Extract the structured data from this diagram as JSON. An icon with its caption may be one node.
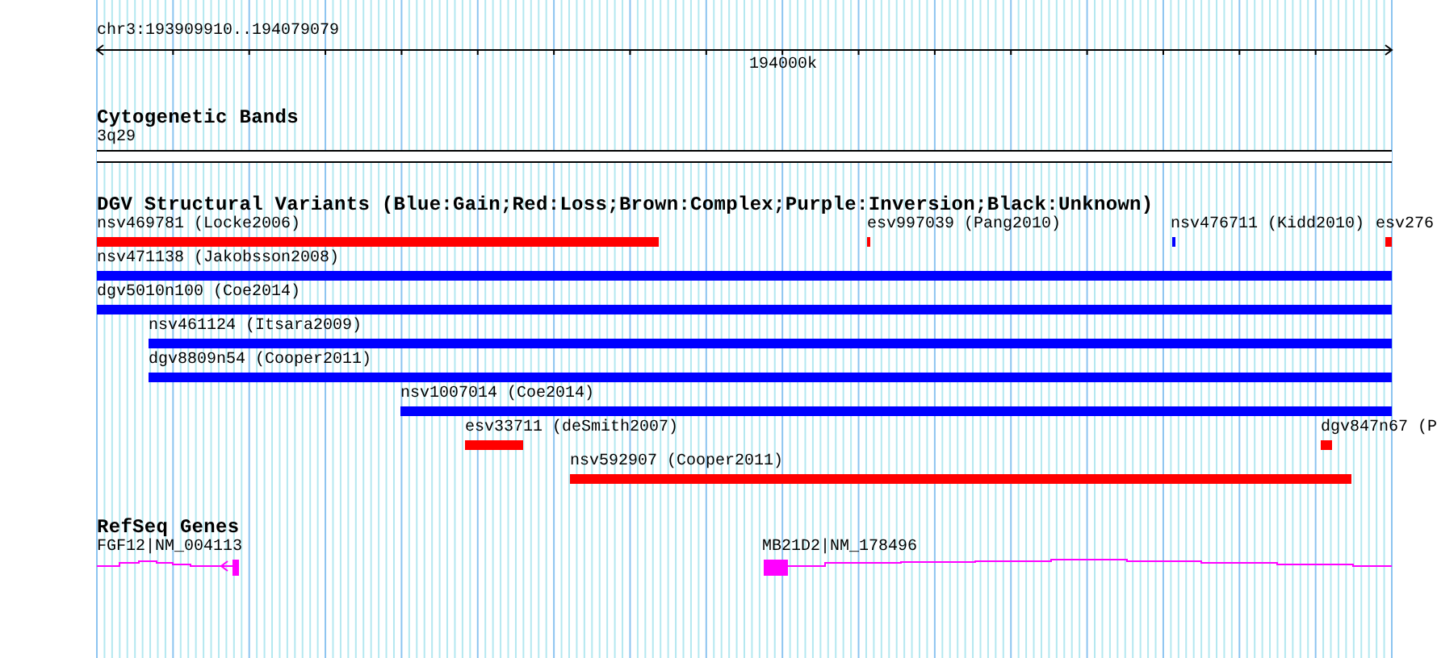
{
  "diagram": {
    "labels": [
      "chr3:193909910..194079079",
      "194000k",
      "Cytogenetic Bands",
      "3q29",
      "DGV Structural Variants (Blue:Gain;Red:Loss;Brown:Complex;Purple:Inversion;Black:Unknown)",
      "nsv469781 (Locke2006)",
      "esv997039 (Pang2010)",
      "nsv476711 (Kidd2010)",
      "esv276",
      "nsv471138 (Jakobsson2008)",
      "dgv5010n100 (Coe2014)",
      "nsv461124 (Itsara2009)",
      "dgv8809n54 (Cooper2011)",
      "nsv1007014 (Coe2014)",
      "esv33711 (deSmith2007)",
      "dgv847n67 (P",
      "nsv592907 (Cooper2011)",
      "RefSeq Genes",
      "FGF12|NM_004113",
      "MB21D2|NM_178496"
    ]
  }
}
